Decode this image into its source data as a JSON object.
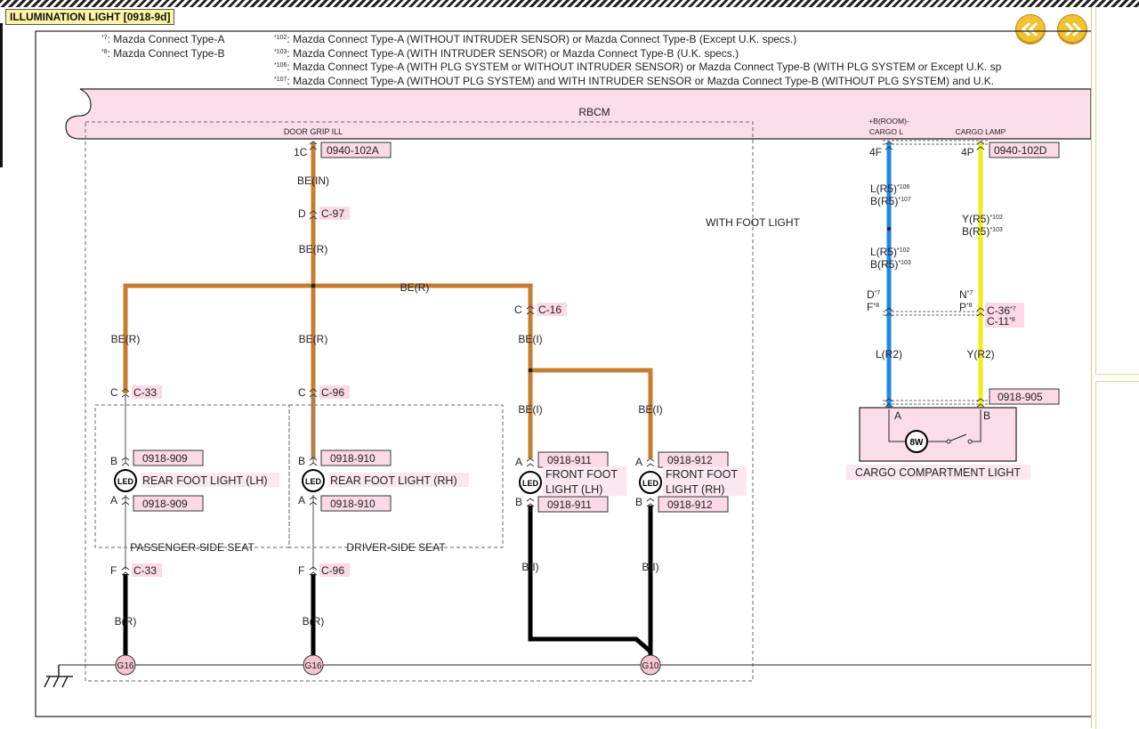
{
  "header": {
    "title": "ILLUMINATION LIGHT [0918-9d]",
    "prev_icon": "double-chevron-left-icon",
    "next_icon": "double-chevron-right-icon"
  },
  "notes_left": [
    {
      "mark": "*7",
      "text": ": Mazda Connect Type-A"
    },
    {
      "mark": "*8",
      "text": ": Mazda Connect Type-B"
    }
  ],
  "notes_right": [
    {
      "mark": "*102",
      "text": ": Mazda Connect Type-A (WITHOUT INTRUDER SENSOR) or Mazda Connect Type-B (Except U.K. specs.)"
    },
    {
      "mark": "*103",
      "text": ": Mazda Connect Type-A (WITH INTRUDER SENSOR) or Mazda Connect Type-B (U.K. specs.)"
    },
    {
      "mark": "*106",
      "text": ": Mazda Connect Type-A (WITH PLG SYSTEM or WITHOUT INTRUDER SENSOR) or Mazda Connect Type-B (WITH PLG SYSTEM or Except U.K. sp"
    },
    {
      "mark": "*107",
      "text": ": Mazda Connect Type-A (WITHOUT PLG SYSTEM) and WITH INTRUDER SENSOR or Mazda Connect Type-B (WITHOUT PLG SYSTEM) and U.K."
    }
  ],
  "module": {
    "name": "RBCM",
    "pin_door_grip": "DOOR GRIP ILL",
    "pin_room_line1": "+B(ROOM)-",
    "pin_room_line2": "CARGO L",
    "pin_cargo_lamp": "CARGO LAMP"
  },
  "section_label": "WITH FOOT LIGHT",
  "connectors": {
    "rbcm_a": "0940-102A",
    "rbcm_d": "0940-102D",
    "rear_lh": "0918-909",
    "rear_rh": "0918-910",
    "front_lh": "0918-911",
    "front_rh": "0918-912",
    "cargo": "0918-905",
    "c97": "C-97",
    "c16": "C-16",
    "c33": "C-33",
    "c96": "C-96",
    "c36": "C-36",
    "c11": "C-11"
  },
  "pins": {
    "p1c": "1C",
    "pd": "D",
    "pc": "C",
    "pb": "B",
    "pa": "A",
    "pf": "F",
    "p4f": "4F",
    "p4p": "4P",
    "pdd": "D",
    "pff": "F",
    "pn": "N",
    "pp": "P",
    "mark7": "*7",
    "mark8": "*8"
  },
  "wires": {
    "be_in": "BE(IN)",
    "be_r": "BE(R)",
    "be_i": "BE(I)",
    "b_r": "B(R)",
    "b_i": "B(I)",
    "l_r5": "L(R5)",
    "b_r5": "B(R5)",
    "y_r5": "Y(R5)",
    "l_r2": "L(R2)",
    "y_r2": "Y(R2)",
    "m106": "*106",
    "m107": "*107",
    "m102": "*102",
    "m103": "*103"
  },
  "components": {
    "led": "LED",
    "rear_lh": "REAR FOOT LIGHT (LH)",
    "rear_rh": "REAR FOOT LIGHT (RH)",
    "front_lh_1": "FRONT FOOT",
    "front_lh_2": "LIGHT (LH)",
    "front_rh_1": "FRONT FOOT",
    "front_rh_2": "LIGHT (RH)",
    "cargo_light": "CARGO COMPARTMENT LIGHT",
    "bulb": "8W",
    "passenger_seat": "PASSENGER-SIDE SEAT",
    "driver_seat": "DRIVER-SIDE SEAT"
  },
  "grounds": {
    "g16": "G16",
    "g10": "G10"
  },
  "colors": {
    "be_wire": "#c87d2e",
    "b_wire": "#000000",
    "l_wire": "#1e88e5",
    "y_wire": "#f2ec1a",
    "label_fill": "#fbd9e6",
    "module_fill": "#fbdde9"
  }
}
